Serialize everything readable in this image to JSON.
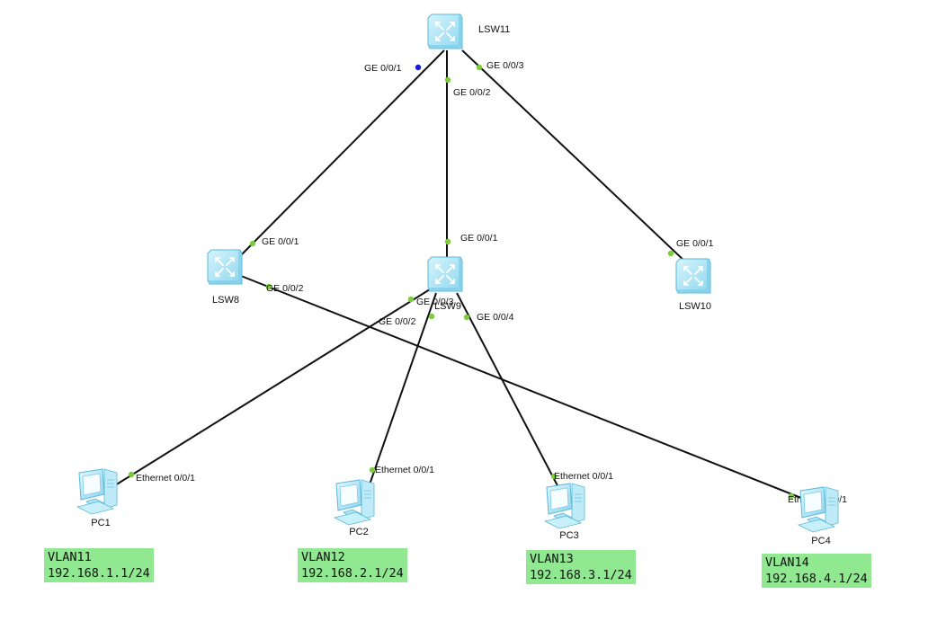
{
  "devices": {
    "lsw11": {
      "label": "LSW11",
      "type": "switch-icon"
    },
    "lsw8": {
      "label": "LSW8",
      "type": "switch-icon"
    },
    "lsw9": {
      "label": "LSW9",
      "type": "switch-icon"
    },
    "lsw10": {
      "label": "LSW10",
      "type": "switch-icon"
    },
    "pc1": {
      "label": "PC1",
      "type": "pc-icon"
    },
    "pc2": {
      "label": "PC2",
      "type": "pc-icon"
    },
    "pc3": {
      "label": "PC3",
      "type": "pc-icon"
    },
    "pc4": {
      "label": "PC4",
      "type": "pc-icon"
    }
  },
  "links": [
    {
      "from": "LSW11",
      "from_port": "GE 0/0/1",
      "to": "LSW8",
      "to_port": "GE 0/0/1"
    },
    {
      "from": "LSW11",
      "from_port": "GE 0/0/2",
      "to": "LSW9",
      "to_port": "GE 0/0/1"
    },
    {
      "from": "LSW11",
      "from_port": "GE 0/0/3",
      "to": "LSW10",
      "to_port": "GE 0/0/1"
    },
    {
      "from": "LSW8",
      "from_port": "GE 0/0/2",
      "to": "PC4",
      "to_port": "Ethernet 0/0/1"
    },
    {
      "from": "LSW9",
      "from_port": "GE 0/0/3",
      "to": "PC1",
      "to_port": "Ethernet 0/0/1"
    },
    {
      "from": "LSW9",
      "from_port": "GE 0/0/2",
      "to": "PC2",
      "to_port": "Ethernet 0/0/1"
    },
    {
      "from": "LSW9",
      "from_port": "GE 0/0/4",
      "to": "PC3",
      "to_port": "Ethernet 0/0/1"
    }
  ],
  "vlans": [
    {
      "name": "VLAN11",
      "ip": "192.168.1.1/24"
    },
    {
      "name": "VLAN12",
      "ip": "192.168.2.1/24"
    },
    {
      "name": "VLAN13",
      "ip": "192.168.3.1/24"
    },
    {
      "name": "VLAN14",
      "ip": "192.168.4.1/24"
    }
  ],
  "colors": {
    "link": "#111111",
    "port_up": "#7ccc3c",
    "port_blocked": "#1a1adc",
    "vlan_box": "#90e890",
    "device_fill": "#a8e4f4",
    "device_edge": "#5ab8d8"
  }
}
